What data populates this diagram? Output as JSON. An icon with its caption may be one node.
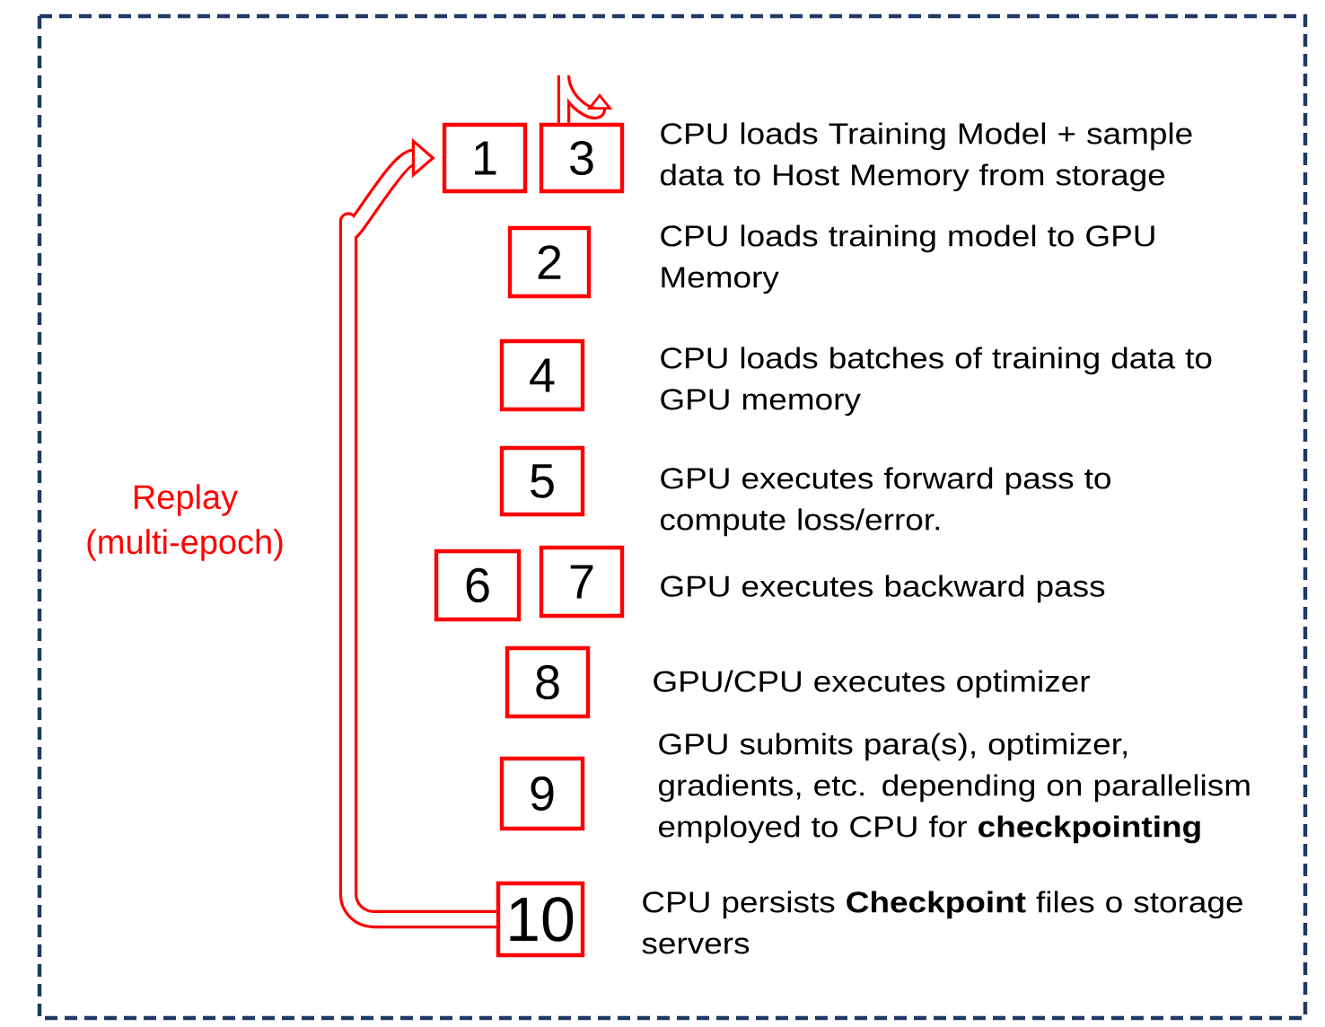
{
  "diagram": {
    "nodes": [
      {
        "text": [
          "1"
        ]
      },
      {
        "text": [
          "3"
        ]
      },
      {
        "text": [
          "2"
        ]
      },
      {
        "text": [
          "4"
        ]
      },
      {
        "text": [
          "5"
        ]
      },
      {
        "text": [
          "6"
        ]
      },
      {
        "text": [
          "7"
        ]
      },
      {
        "text": [
          "8"
        ]
      },
      {
        "text": [
          "9"
        ]
      },
      {
        "text": [
          "10"
        ]
      }
    ],
    "edges": [
      {
        "from": 9,
        "to": 0,
        "arrow": "to",
        "label": "Replay (multi-epoch)"
      },
      {
        "from": 1,
        "to": null,
        "arrow": "to"
      }
    ],
    "labels": [
      "CPU loads Training Model + sample data to Host Memory from storage",
      "CPU loads training model to GPU Memory",
      "CPU loads batches of training data to GPU memory",
      "GPU executes forward pass to compute loss/error.",
      "GPU executes backward pass",
      "GPU/CPU  executes optimizer",
      "GPU submits  para(s), optimizer, gradients, etc. depending on parallelism employed to CPU for **checkpointing**",
      "CPU persists **Checkpoint** files o storage servers"
    ]
  }
}
